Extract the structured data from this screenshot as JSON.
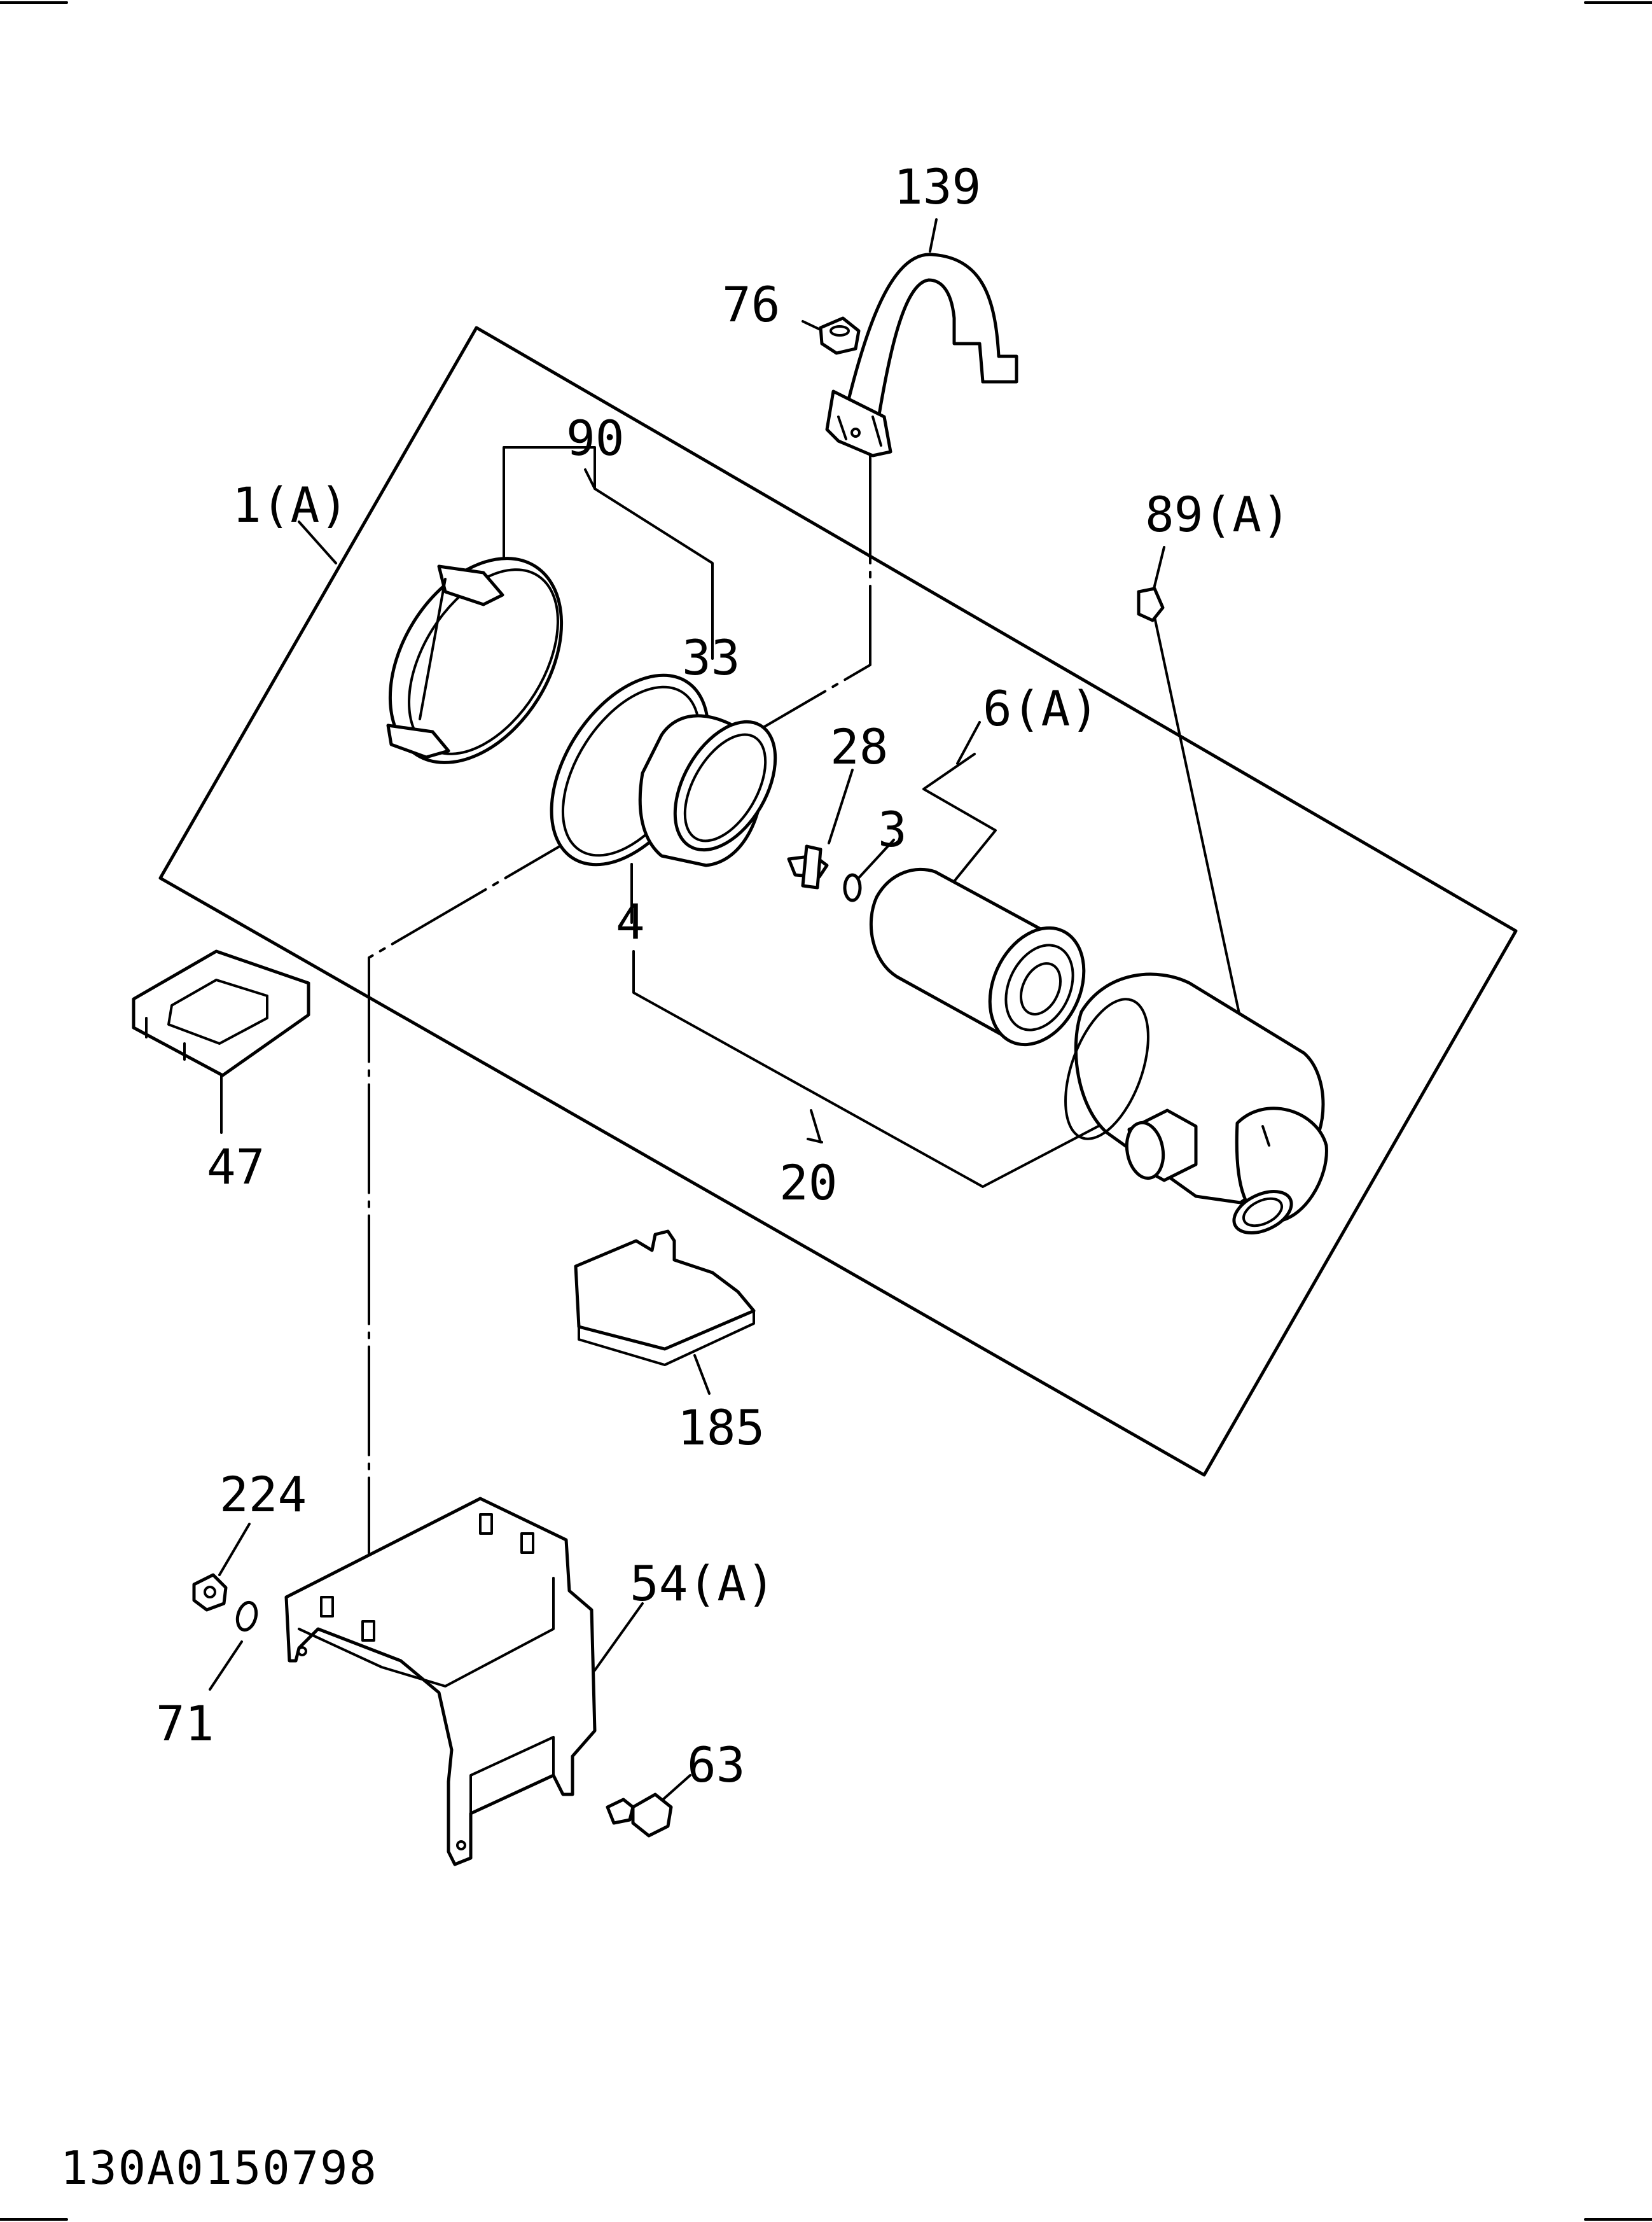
{
  "drawing_number": "130A0150798",
  "callouts": {
    "c139": "139",
    "c76": "76",
    "c90": "90",
    "c1a": "1(A)",
    "c89a": "89(A)",
    "c33": "33",
    "c6a": "6(A)",
    "c28": "28",
    "c3": "3",
    "c4": "4",
    "c47": "47",
    "c20": "20",
    "c185": "185",
    "c224": "224",
    "c54a": "54(A)",
    "c71": "71",
    "c63": "63"
  }
}
